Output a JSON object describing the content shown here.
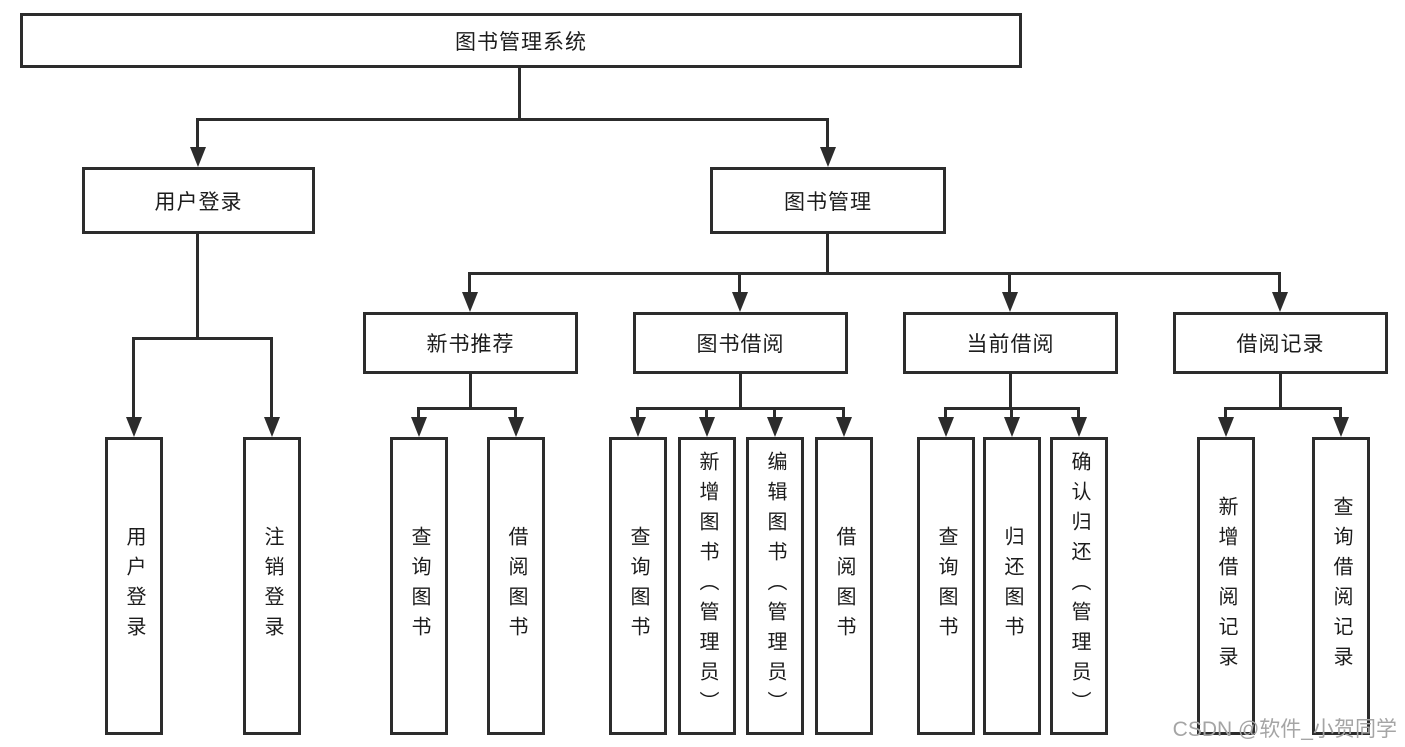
{
  "diagram": {
    "root": "图书管理系统",
    "user_login": {
      "label": "用户登录",
      "leaves": [
        "用户登录",
        "注销登录"
      ]
    },
    "book_mgmt": {
      "label": "图书管理",
      "children": [
        {
          "label": "新书推荐",
          "leaves": [
            "查询图书",
            "借阅图书"
          ]
        },
        {
          "label": "图书借阅",
          "leaves": [
            "查询图书",
            "新增图书（管理员）",
            "编辑图书（管理员）",
            "借阅图书"
          ]
        },
        {
          "label": "当前借阅",
          "leaves": [
            "查询图书",
            "归还图书",
            "确认归还（管理员）"
          ]
        },
        {
          "label": "借阅记录",
          "leaves": [
            "新增借阅记录",
            "查询借阅记录"
          ]
        }
      ]
    }
  },
  "watermark": "CSDN @软件_小贺同学",
  "colors": {
    "line": "#2c2c2c",
    "text": "#1c1c1c",
    "watermark": "#a5a5a5",
    "background": "#ffffff"
  }
}
